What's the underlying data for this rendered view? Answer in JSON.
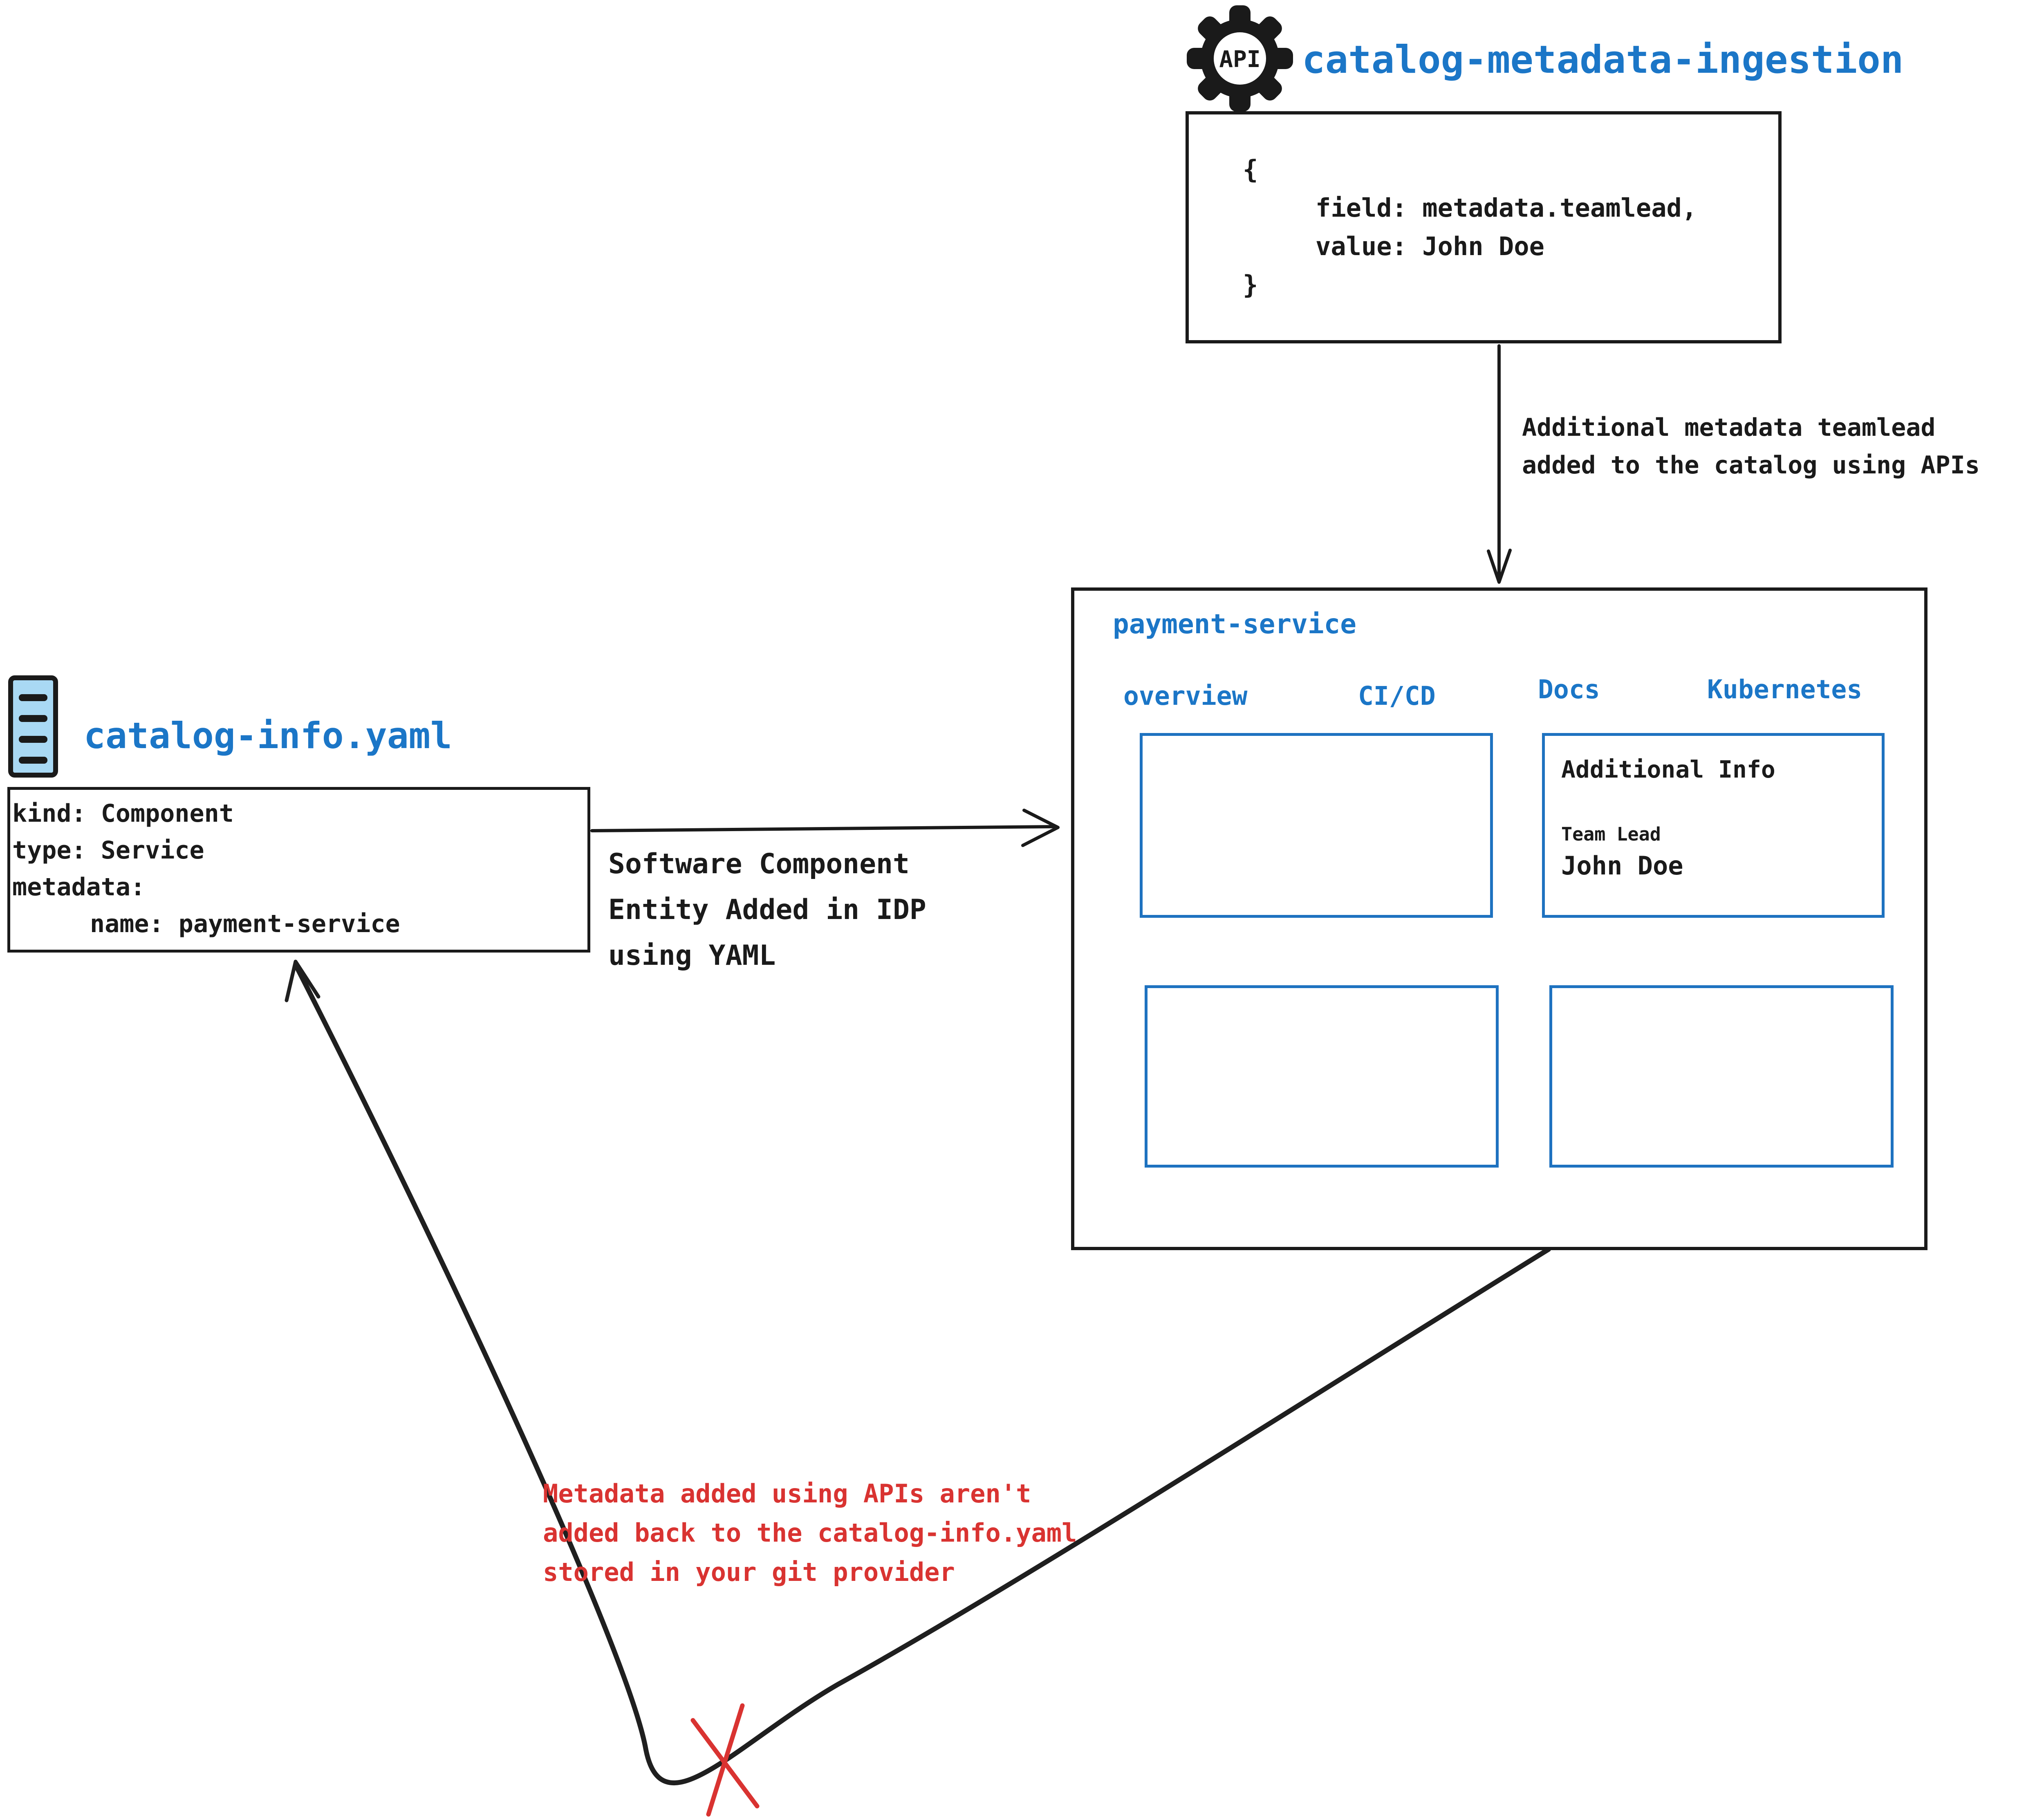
{
  "api_ingestion": {
    "icon_label": "API",
    "title": "catalog-metadata-ingestion",
    "code": [
      "{",
      "field: metadata.teamlead,",
      "value: John Doe",
      "}"
    ]
  },
  "ingest_arrow": {
    "label_line1": "Additional metadata teamlead",
    "label_line2": "added to the catalog using APIs"
  },
  "idp": {
    "title": "payment-service",
    "tabs": [
      "overview",
      "CI/CD",
      "Docs",
      "Kubernetes"
    ],
    "docs_panel": {
      "heading": "Additional Info",
      "field": "Team Lead",
      "value": "John Doe"
    }
  },
  "yaml_file": {
    "title": "catalog-info.yaml",
    "lines": [
      "kind: Component",
      "type: Service",
      "metadata:",
      "name: payment-service"
    ]
  },
  "yaml_arrow": {
    "label_line1": "Software Component",
    "label_line2": "Entity Added in IDP",
    "label_line3": "using YAML"
  },
  "warning": {
    "line1": "Metadata added using APIs aren't",
    "line2": "added back to the catalog-info.yaml",
    "line3": "stored in your git provider"
  },
  "colors": {
    "accent_blue": "#1b76c7",
    "panel_border_blue": "#1e72c0",
    "ink": "#1a1a1a",
    "warning_red": "#d93331",
    "yaml_icon_fill": "#a9d9f4"
  }
}
